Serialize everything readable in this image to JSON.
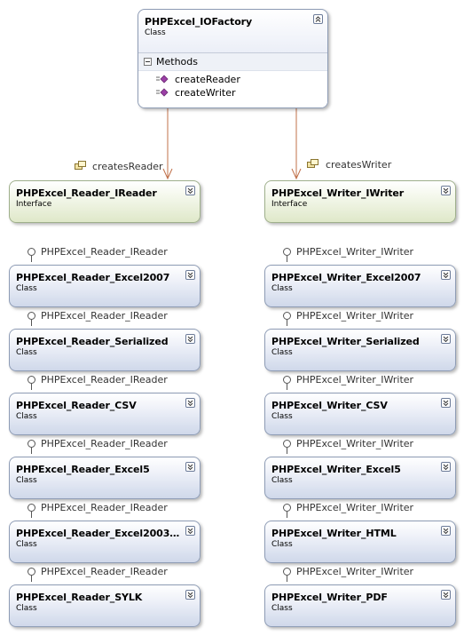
{
  "factory": {
    "name": "PHPExcel_IOFactory",
    "stereotype": "Class",
    "section_label": "Methods",
    "methods": [
      "createReader",
      "createWriter"
    ]
  },
  "associations": {
    "reader": "createsReader",
    "writer": "createsWriter"
  },
  "reader_interface": {
    "name": "PHPExcel_Reader_IReader",
    "stereotype": "Interface"
  },
  "writer_interface": {
    "name": "PHPExcel_Writer_IWriter",
    "stereotype": "Interface"
  },
  "reader_classes": [
    {
      "name": "PHPExcel_Reader_Excel2007",
      "stereotype": "Class",
      "implements": "PHPExcel_Reader_IReader"
    },
    {
      "name": "PHPExcel_Reader_Serialized",
      "stereotype": "Class",
      "implements": "PHPExcel_Reader_IReader"
    },
    {
      "name": "PHPExcel_Reader_CSV",
      "stereotype": "Class",
      "implements": "PHPExcel_Reader_IReader"
    },
    {
      "name": "PHPExcel_Reader_Excel5",
      "stereotype": "Class",
      "implements": "PHPExcel_Reader_IReader"
    },
    {
      "name": "PHPExcel_Reader_Excel2003…",
      "stereotype": "Class",
      "implements": "PHPExcel_Reader_IReader"
    },
    {
      "name": "PHPExcel_Reader_SYLK",
      "stereotype": "Class",
      "implements": "PHPExcel_Reader_IReader"
    }
  ],
  "writer_classes": [
    {
      "name": "PHPExcel_Writer_Excel2007",
      "stereotype": "Class",
      "implements": "PHPExcel_Writer_IWriter"
    },
    {
      "name": "PHPExcel_Writer_Serialized",
      "stereotype": "Class",
      "implements": "PHPExcel_Writer_IWriter"
    },
    {
      "name": "PHPExcel_Writer_CSV",
      "stereotype": "Class",
      "implements": "PHPExcel_Writer_IWriter"
    },
    {
      "name": "PHPExcel_Writer_Excel5",
      "stereotype": "Class",
      "implements": "PHPExcel_Writer_IWriter"
    },
    {
      "name": "PHPExcel_Writer_HTML",
      "stereotype": "Class",
      "implements": "PHPExcel_Writer_IWriter"
    },
    {
      "name": "PHPExcel_Writer_PDF",
      "stereotype": "Class",
      "implements": "PHPExcel_Writer_IWriter"
    }
  ],
  "colors": {
    "class_fill": "#cfd8ea",
    "interface_fill": "#dfe8c9",
    "association_line": "#c0704a",
    "method_icon": "#9b3fa6"
  }
}
